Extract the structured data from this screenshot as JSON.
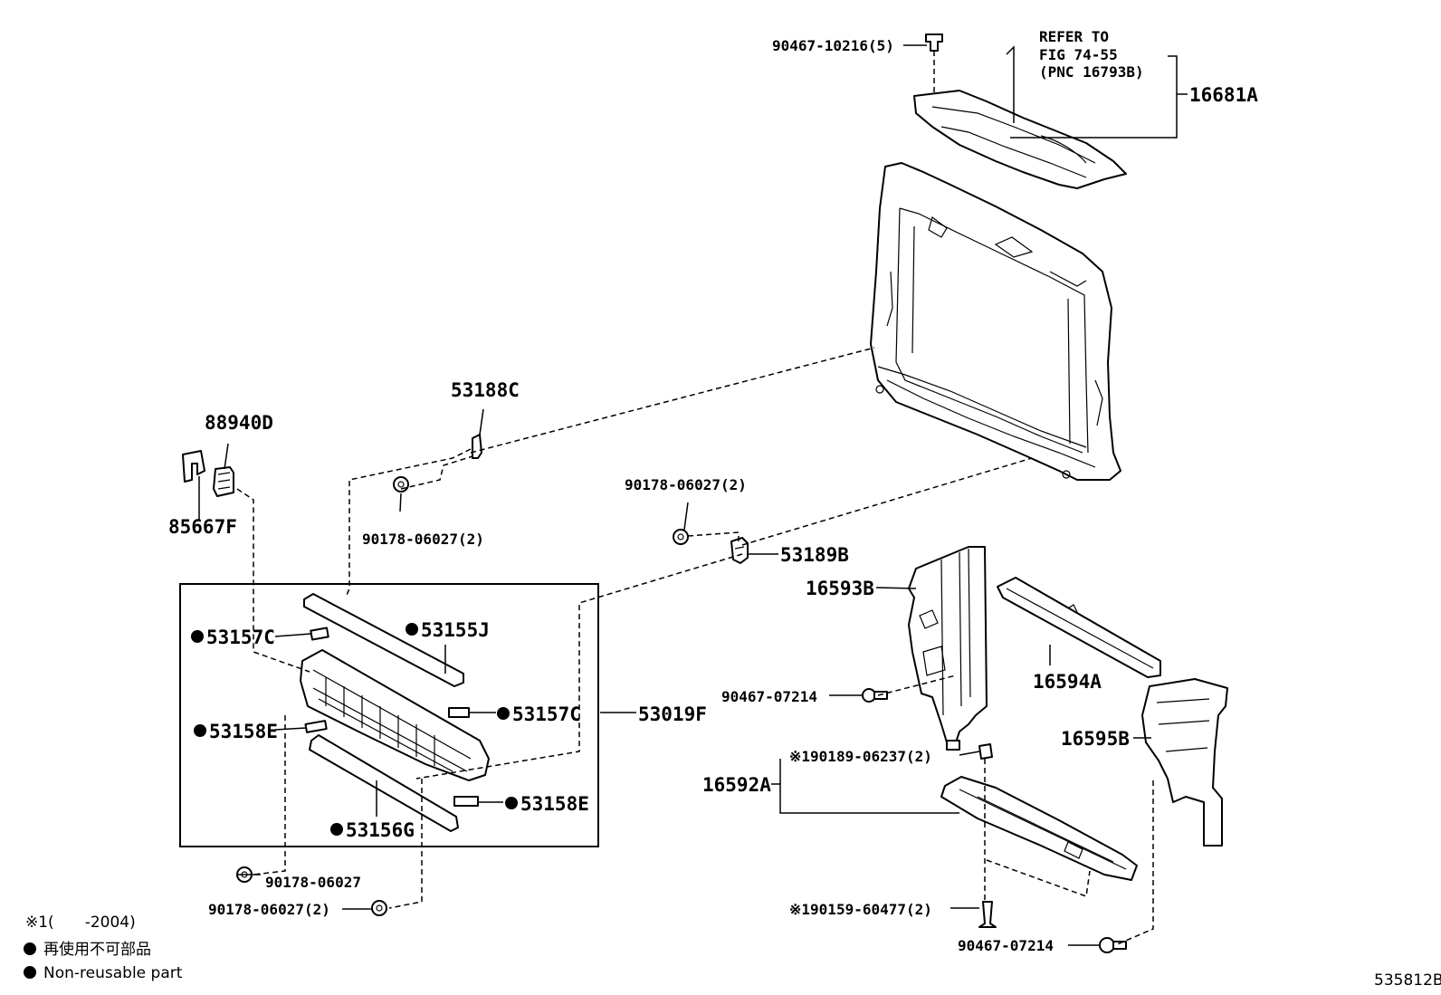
{
  "labels": {
    "p90467_10216": "90467-10216(5)",
    "refer_to": "REFER TO",
    "fig": "FIG 74-55",
    "pnc": "(PNC 16793B)",
    "p16681A": "16681A",
    "p53188C": "53188C",
    "p88940D": "88940D",
    "p85667F": "85667F",
    "p90178_06027_2_a": "90178-06027(2)",
    "p90178_06027_2_b": "90178-06027(2)",
    "p53189B": "53189B",
    "p16593B": "16593B",
    "p53157C_a": "53157C",
    "p53155J": "53155J",
    "p53157C_b": "53157C",
    "p53019F": "53019F",
    "p53158E_a": "53158E",
    "p53158E_b": "53158E",
    "p53156G": "53156G",
    "p90467_07214_a": "90467-07214",
    "p16594A": "16594A",
    "p16595B": "16595B",
    "p190189": "※190189-06237(2)",
    "p16592A": "16592A",
    "p90178_06027": "90178-06027",
    "p90178_06027_2_c": "90178-06027(2)",
    "p190159": "※190159-60477(2)",
    "p90467_07214_b": "90467-07214"
  },
  "legend": {
    "note1": "※1(　　-2004)",
    "jp": "再使用不可部品",
    "en": "Non-reusable part"
  },
  "diagram_id": "535812B"
}
